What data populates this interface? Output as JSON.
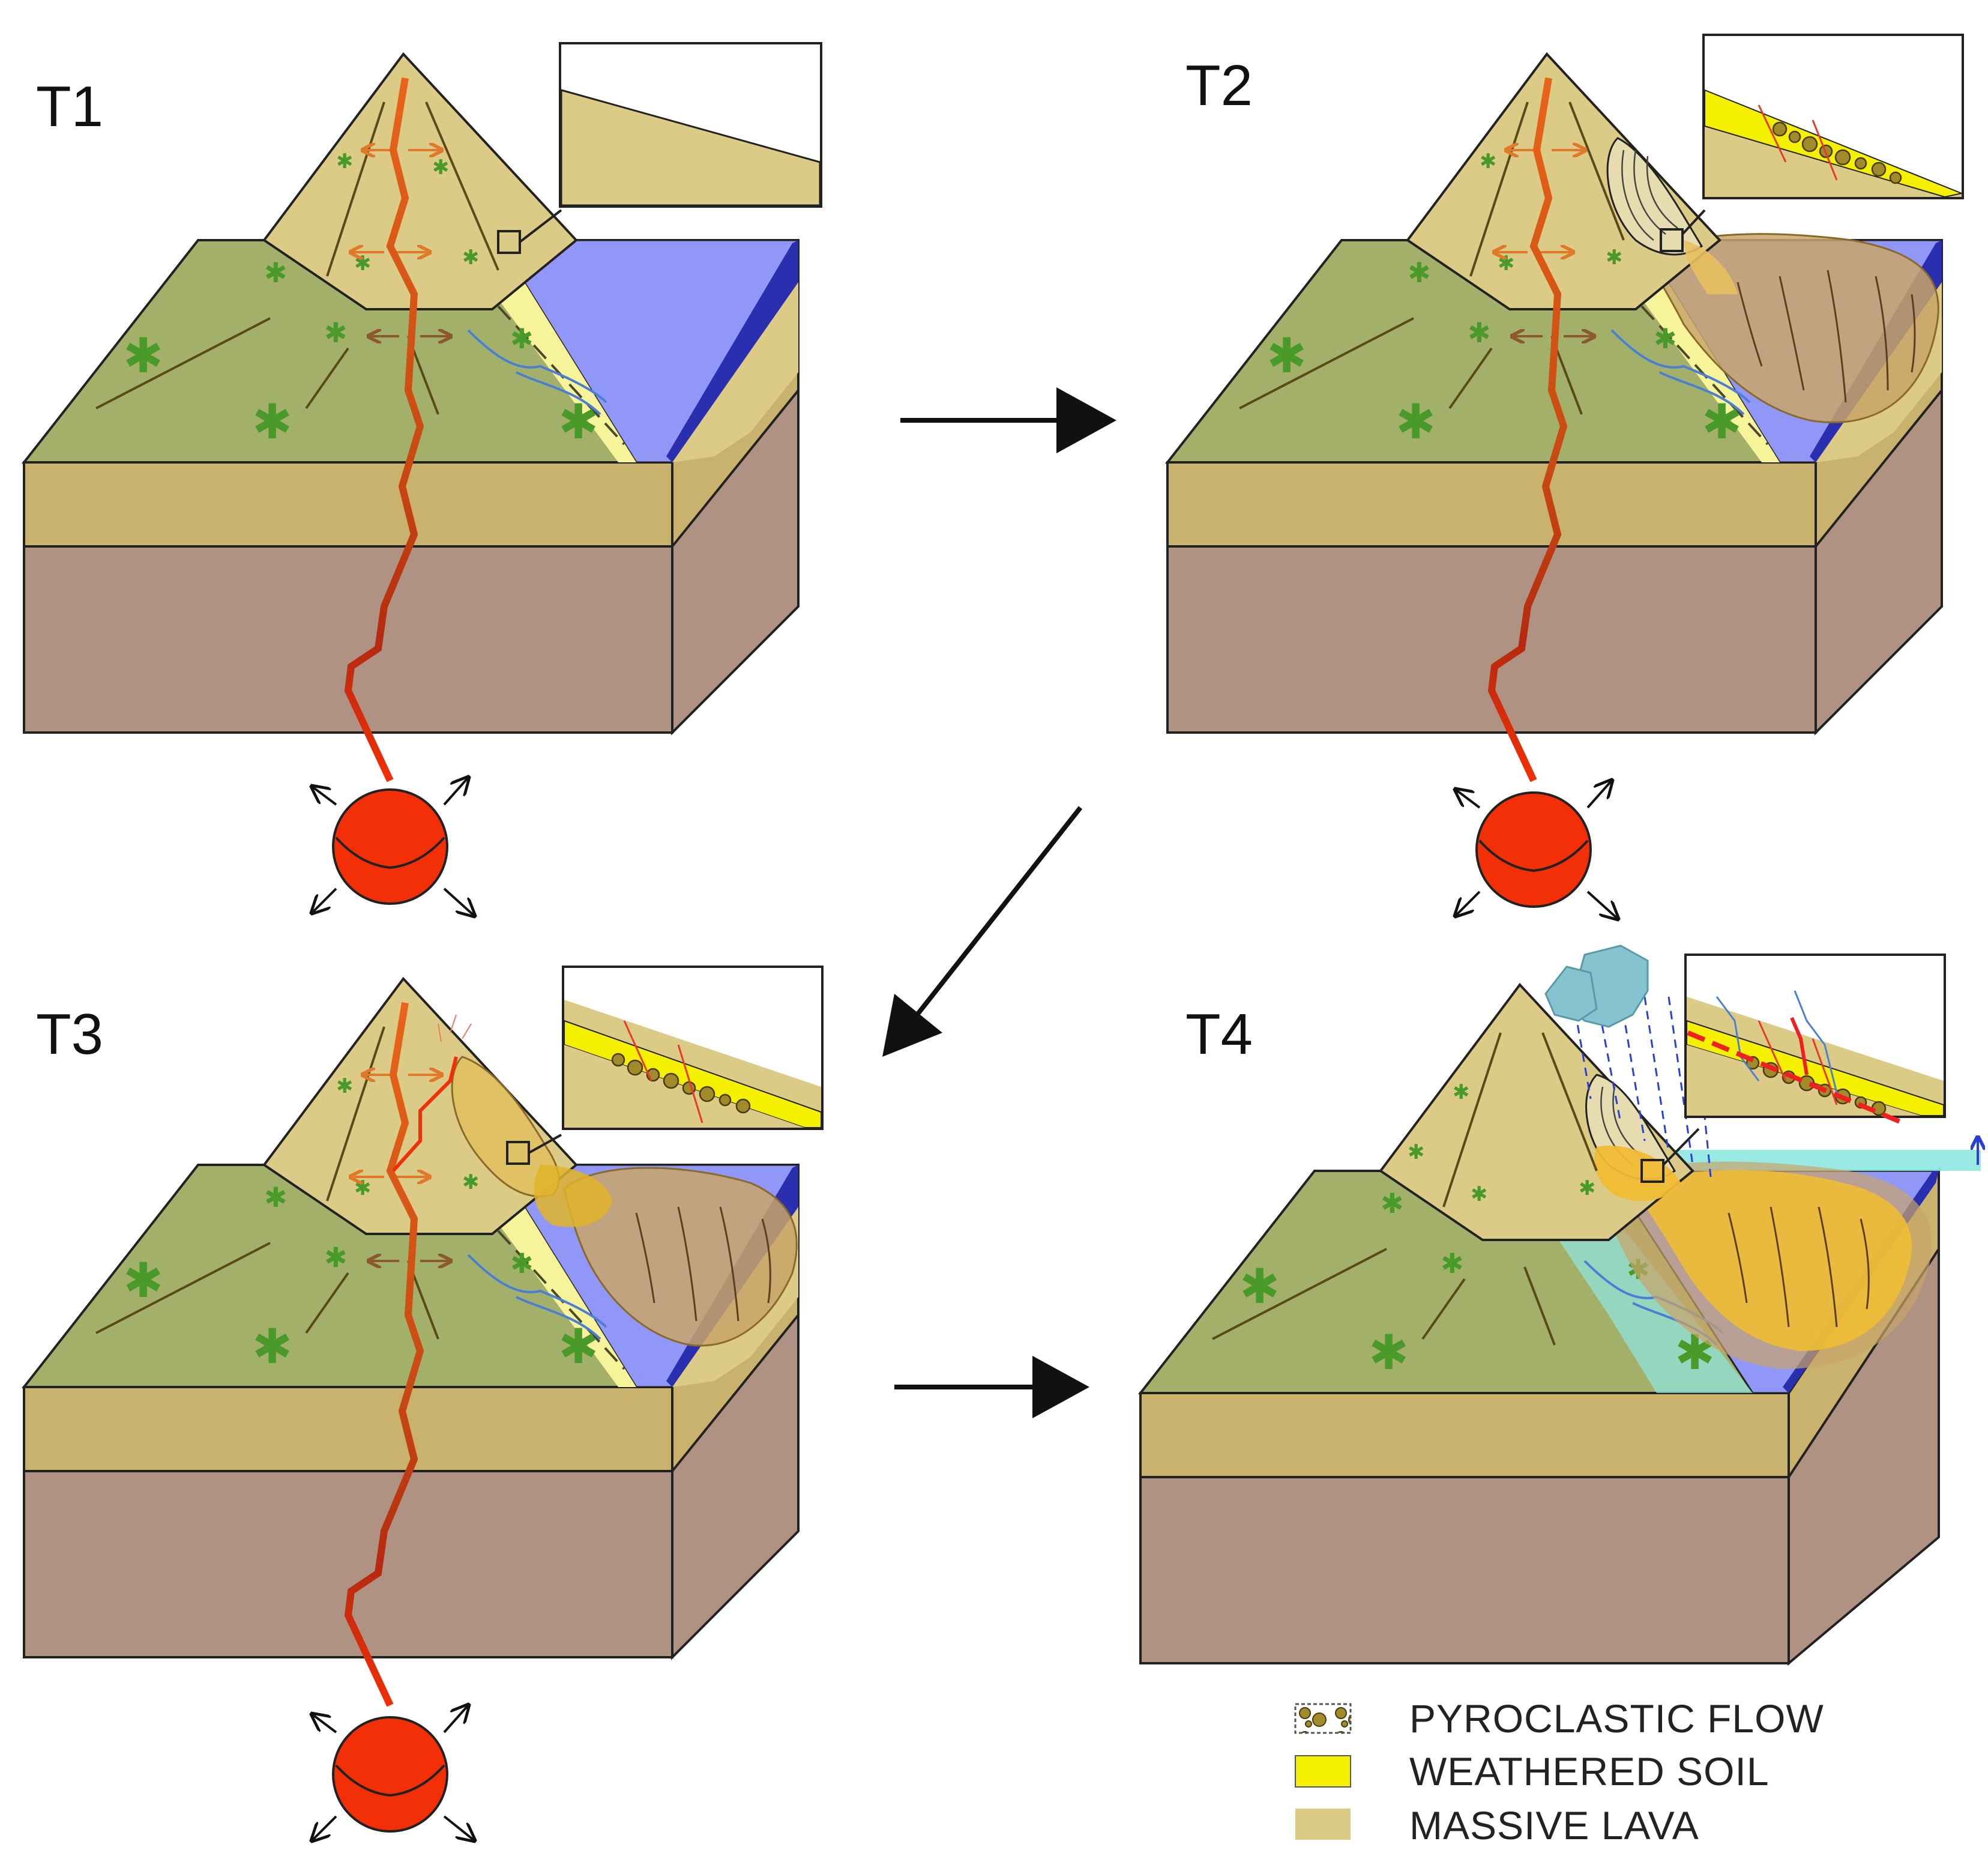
{
  "panels": [
    {
      "label": "T1",
      "landslide": false,
      "scarp": false,
      "fracture": false,
      "rain": false,
      "flood": false,
      "chamber": true
    },
    {
      "label": "T2",
      "landslide": true,
      "scarp": true,
      "fracture": false,
      "rain": false,
      "flood": false,
      "chamber": true
    },
    {
      "label": "T3",
      "landslide": true,
      "scarp": true,
      "fracture": true,
      "rain": false,
      "flood": false,
      "chamber": true
    },
    {
      "label": "T4",
      "landslide": true,
      "scarp": true,
      "fracture": false,
      "rain": true,
      "flood": true,
      "chamber": false
    }
  ],
  "insets": [
    {
      "panel": "T1",
      "layers": [
        "massive-lava"
      ]
    },
    {
      "panel": "T2",
      "layers": [
        "weathered-soil",
        "pyroclastic-flow",
        "massive-lava"
      ]
    },
    {
      "panel": "T3",
      "layers": [
        "weathered-soil",
        "pyroclastic-flow",
        "massive-lava"
      ]
    },
    {
      "panel": "T4",
      "layers": [
        "weathered-soil",
        "pyroclastic-flow",
        "massive-lava",
        "slip-surface"
      ]
    }
  ],
  "legend": [
    {
      "label": "PYROCLASTIC FLOW",
      "icon": "pyroclastic-flow-swatch"
    },
    {
      "label": "WEATHERED SOIL",
      "icon": "weathered-soil-swatch",
      "color": "#f5f000"
    },
    {
      "label": "MASSIVE LAVA",
      "icon": "massive-lava-swatch",
      "color": "#dccb87"
    }
  ],
  "colors": {
    "cone": "#dccb87",
    "top_surface": "#a3b06a",
    "lava_layer": "#c8b26e",
    "basement": "#b09282",
    "sea": "#9197f7",
    "weathered_soil": "#f5f000",
    "massive_lava": "#dccb87",
    "landslide": "#c9a46a",
    "landslide_t4": "#f0bc35",
    "magma": "#f22f06",
    "flood": "#8ee8e2",
    "cloud": "#84c3cf",
    "vegetation": "#4a9a2a",
    "stream": "#4a7fd4"
  }
}
